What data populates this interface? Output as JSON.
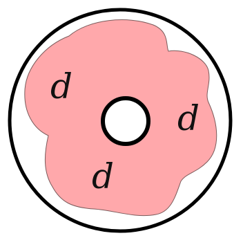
{
  "diagram": {
    "colors": {
      "background": "#ffffff",
      "outline": "#000000",
      "blob_fill": "#ffa8ab",
      "hole_fill": "#ffffff"
    },
    "labels": [
      "d",
      "d",
      "d"
    ]
  }
}
